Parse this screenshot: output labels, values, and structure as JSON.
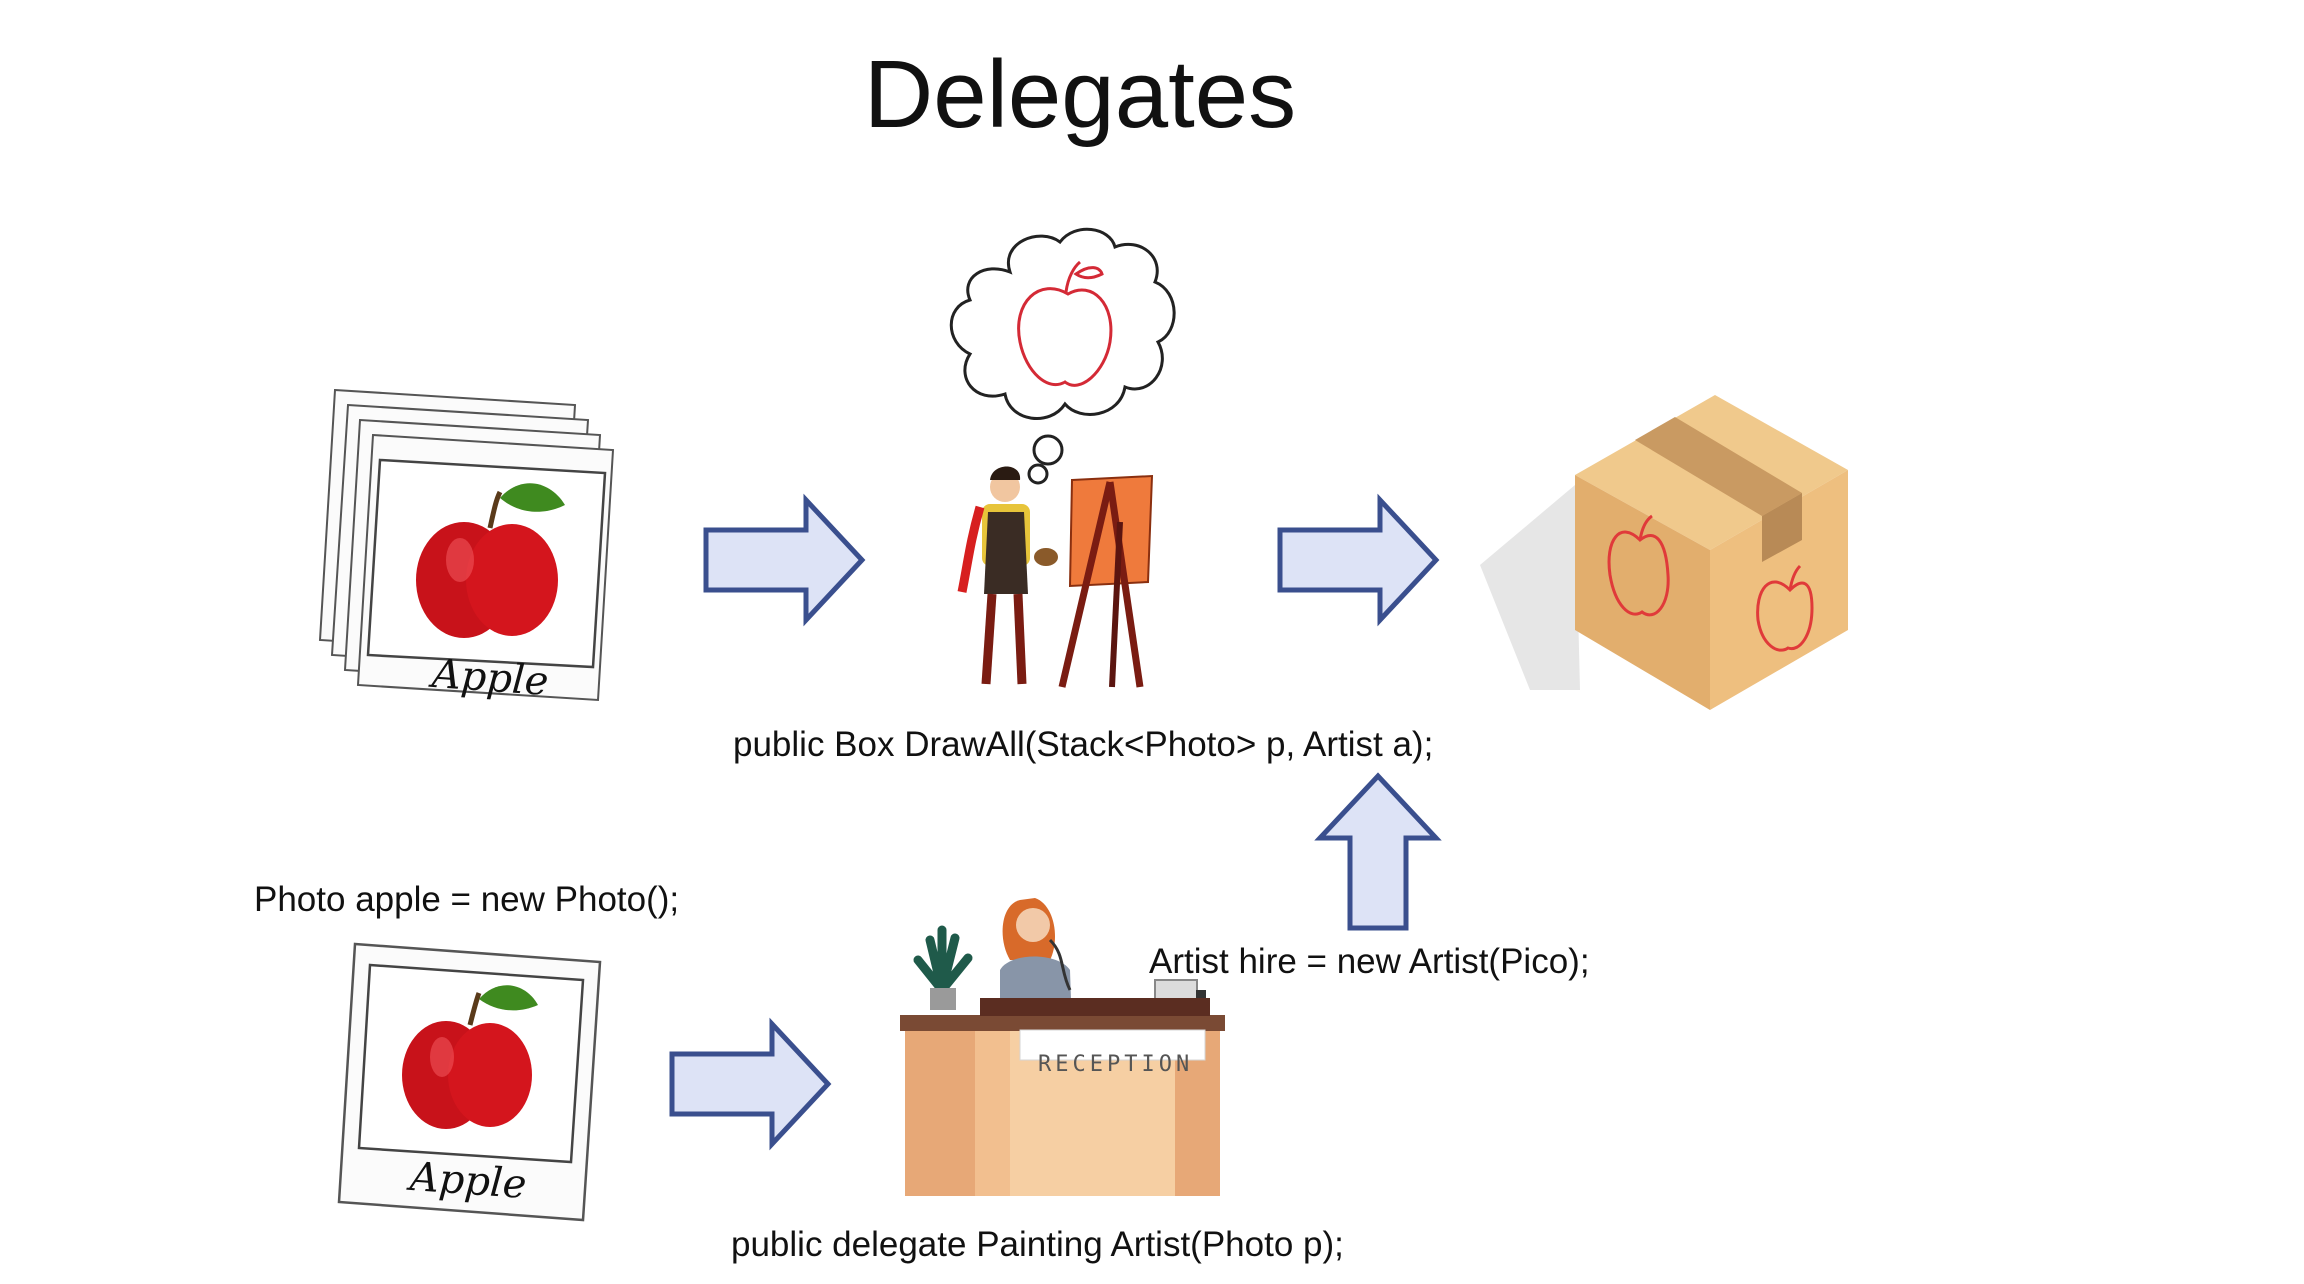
{
  "slide": {
    "title": "Delegates"
  },
  "labels": {
    "drawall_signature": "public Box DrawAll(Stack<Photo> p, Artist a);",
    "photo_decl": "Photo apple = new Photo();",
    "artist_hire": "Artist hire = new Artist(Pico);",
    "delegate_decl": "public delegate Painting Artist(Photo p);"
  },
  "photo_stack": {
    "caption": "Apple"
  },
  "single_photo": {
    "caption": "Apple"
  },
  "reception_desk": {
    "sign": "RECEPTION"
  },
  "colors": {
    "arrow_fill": "#dde3f6",
    "arrow_stroke": "#3a4f8e",
    "apple_red": "#d4121b",
    "box_tan": "#e8b877",
    "canvas_orange": "#ef7a3c"
  }
}
